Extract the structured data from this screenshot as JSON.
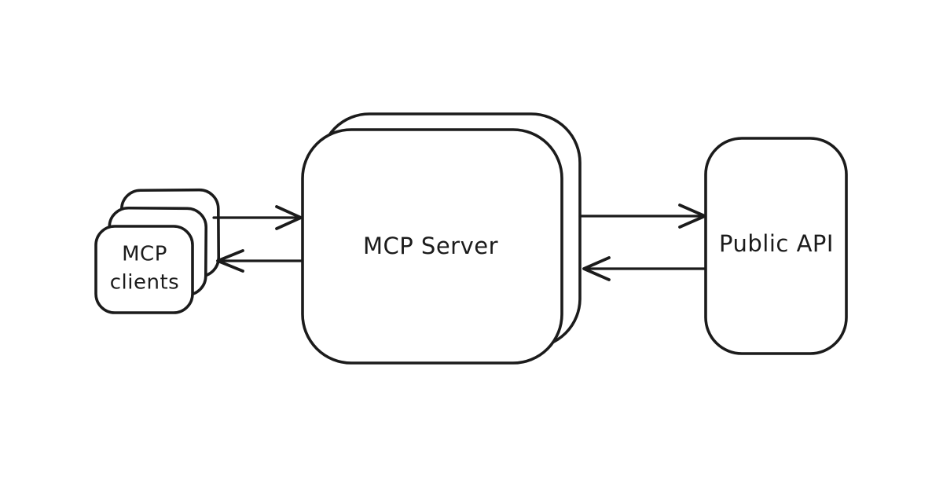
{
  "diagram": {
    "background_color": "#ffffff",
    "stroke_color": "#1b1b1b",
    "style": "hand-drawn",
    "nodes": {
      "clients": {
        "id": "mcp-clients",
        "label_line1": "MCP",
        "label_line2": "clients",
        "shape": "stacked-rounded-rect",
        "stack_count": 3
      },
      "server": {
        "id": "mcp-server",
        "label": "MCP Server",
        "shape": "stacked-rounded-rect",
        "stack_count": 2
      },
      "api": {
        "id": "public-api",
        "label": "Public API",
        "shape": "rounded-rect",
        "stack_count": 1
      }
    },
    "edges": [
      {
        "from": "MCP clients",
        "to": "MCP Server",
        "direction": "right"
      },
      {
        "from": "MCP Server",
        "to": "MCP clients",
        "direction": "left"
      },
      {
        "from": "MCP Server",
        "to": "Public API",
        "direction": "right"
      },
      {
        "from": "Public API",
        "to": "MCP Server",
        "direction": "left"
      }
    ]
  }
}
